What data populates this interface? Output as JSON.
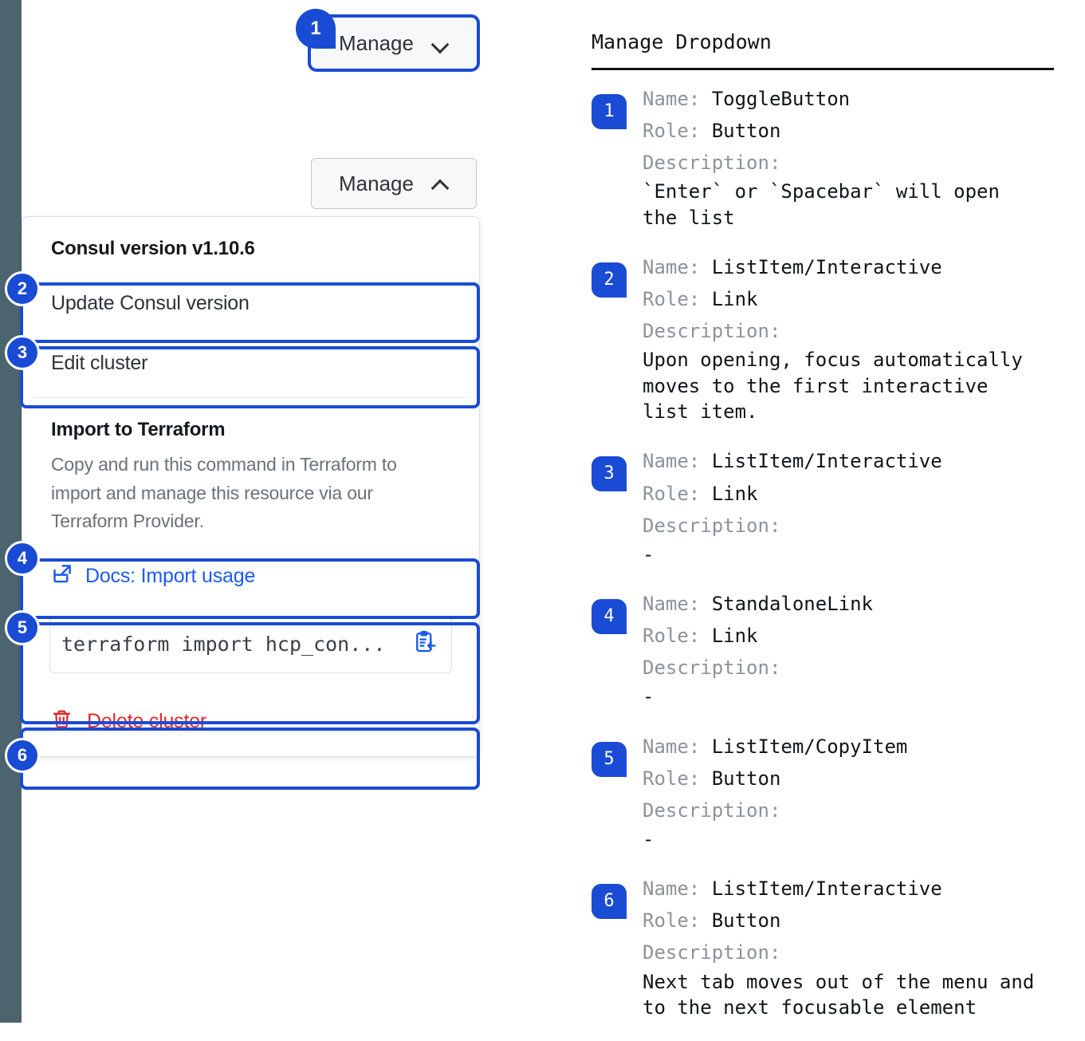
{
  "rail": {
    "color": "#4c646e"
  },
  "accent": {
    "blue": "#1a4bd4",
    "link_blue": "#1b5bf0",
    "danger_red": "#e62727"
  },
  "buttons": {
    "manage_closed": {
      "label": "Manage",
      "icon": "chevron-down-icon",
      "marker": "1"
    },
    "manage_open": {
      "label": "Manage",
      "icon": "chevron-up-icon"
    }
  },
  "dropdown": {
    "version_header": "Consul version v1.10.6",
    "items": [
      {
        "label": "Update Consul version",
        "marker": "2"
      },
      {
        "label": "Edit cluster",
        "marker": "3"
      }
    ],
    "terraform": {
      "title": "Import to Terraform",
      "body": "Copy and run this command in Terraform to import and manage this resource via our Terraform Provider.",
      "docs_link": {
        "label": "Docs: Import usage",
        "icon": "external-link-doc-icon",
        "marker": "4"
      },
      "command": {
        "value": "terraform import hcp_con...",
        "copy_icon": "clipboard-copy-icon",
        "marker": "5"
      }
    },
    "danger": {
      "label": "Delete cluster",
      "icon": "trash-icon",
      "marker": "6"
    }
  },
  "notes": {
    "title": "Manage Dropdown",
    "labels": {
      "name": "Name:",
      "role": "Role:",
      "description": "Description:"
    },
    "items": [
      {
        "badge": "1",
        "name": "ToggleButton",
        "role": "Button",
        "description": "`Enter` or `Spacebar` will open\nthe list"
      },
      {
        "badge": "2",
        "name": "ListItem/Interactive",
        "role": "Link",
        "description": "Upon opening, focus automatically\nmoves to the first interactive\nlist item."
      },
      {
        "badge": "3",
        "name": "ListItem/Interactive",
        "role": "Link",
        "description": "-"
      },
      {
        "badge": "4",
        "name": "StandaloneLink",
        "role": "Link",
        "description": "-"
      },
      {
        "badge": "5",
        "name": "ListItem/CopyItem",
        "role": "Button",
        "description": "-"
      },
      {
        "badge": "6",
        "name": "ListItem/Interactive",
        "role": "Button",
        "description": "Next tab moves out of the menu and\nto the next focusable element"
      }
    ]
  }
}
